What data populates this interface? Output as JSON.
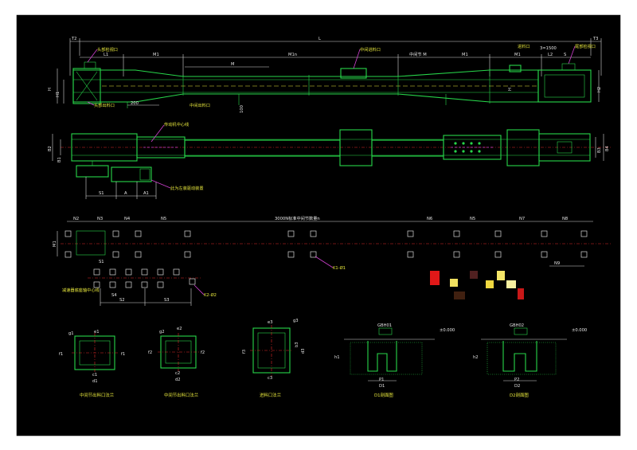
{
  "colors": {
    "background": "#000000",
    "border": "#ffffff",
    "outline": "#27d64a",
    "centerline": "#e02828",
    "dimension": "#d8d8d8",
    "label": "#e6e63c",
    "accent": "#d040d0"
  },
  "elevation": {
    "dims_top": [
      "T2",
      "L",
      "T3"
    ],
    "dims_mid": [
      "L1",
      "M1",
      "M",
      "M1n",
      "中间节 M",
      "M1",
      "M1",
      "L2",
      "S"
    ],
    "left_dims": [
      "H",
      "H1"
    ],
    "right_dims": [
      "H2"
    ],
    "labels": {
      "head_inspection": "头部检视口",
      "head_outlet": "头部出料口",
      "mid_inlet": "中间进料口",
      "inlet": "进料口",
      "tail_inspection": "尾部检视口",
      "mid_outlet": "中间出料口",
      "dim_200": "200",
      "dim_100": "100",
      "dim_mid": "M",
      "dim_small": "3=1500",
      "h_mark": "H"
    }
  },
  "plan": {
    "left_dims": [
      "B2",
      "B1"
    ],
    "right_dims": [
      "B3",
      "B4"
    ],
    "bottom_dims": [
      "S1",
      "A",
      "A1"
    ],
    "labels": {
      "drive_centerline": "传动机中心线",
      "left_drive": "此为左装驱动装置"
    }
  },
  "foundation": {
    "top_dims": [
      "N2",
      "N3",
      "N4",
      "N5",
      "3000N标准中间节数量n",
      "N6",
      "N5",
      "N7",
      "N8"
    ],
    "left_dim": "M1",
    "bottom_dims": [
      "S1",
      "N9"
    ],
    "labels": {
      "k1": "K1-Ø1",
      "k2": "K2-Ø2",
      "reducer_center": "减速器底座轴中心线"
    },
    "lower_dims": [
      "S4",
      "S2",
      "S3"
    ]
  },
  "details": [
    {
      "caption": "中间节出料口法兰",
      "dims": [
        "g1",
        "e1",
        "f1",
        "f1",
        "c1",
        "d1"
      ]
    },
    {
      "caption": "中间节出料口法兰",
      "dims": [
        "g2",
        "e2",
        "f2",
        "f2",
        "c2",
        "d2"
      ]
    },
    {
      "caption": "进料口法兰",
      "dims": [
        "e3",
        "g3",
        "f3",
        "b3",
        "d3",
        "c3"
      ]
    },
    {
      "caption": "D1剖面图",
      "dims": [
        "GBH01",
        "±0.000",
        "P1",
        "D1",
        "h1"
      ]
    },
    {
      "caption": "D2剖面图",
      "dims": [
        "GBH02",
        "±0.000",
        "P2",
        "D2",
        "h2"
      ]
    }
  ]
}
